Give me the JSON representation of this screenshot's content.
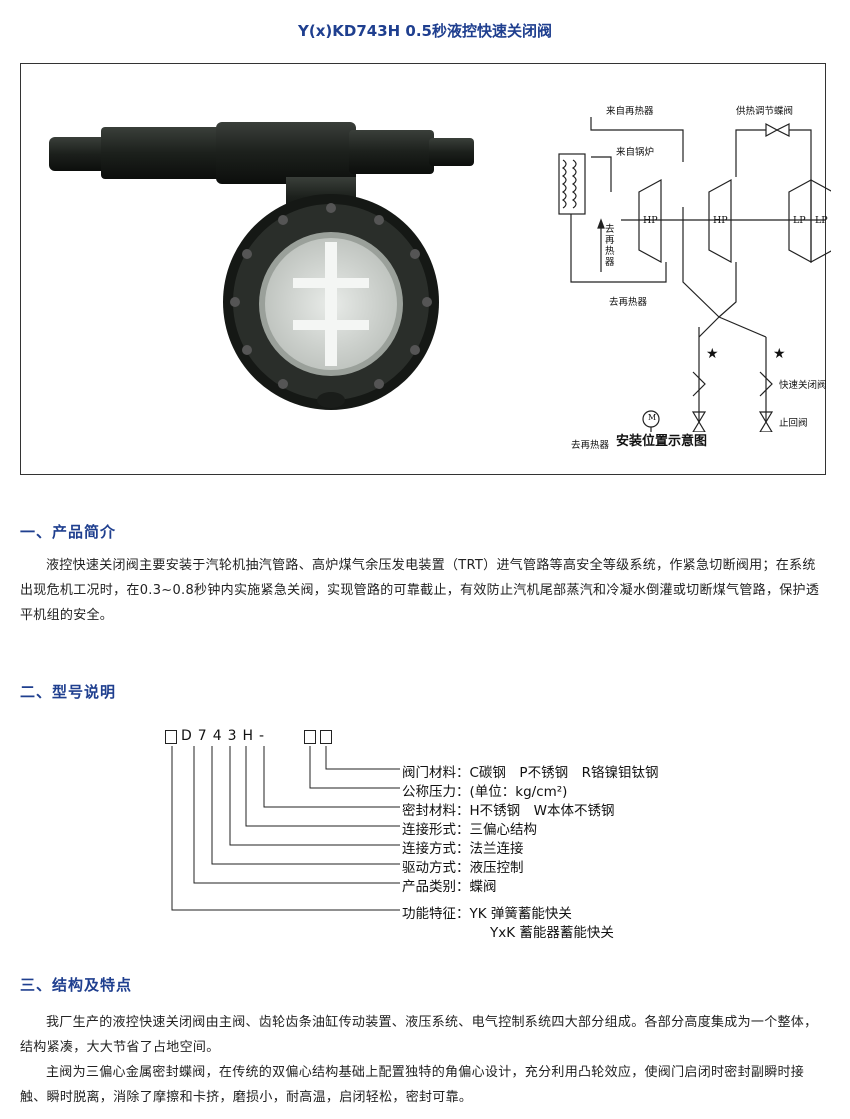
{
  "page": {
    "title": "Y(x)KD743H 0.5秒液控快速关闭阀"
  },
  "figure": {
    "caption": "安装位置示意图",
    "labels": {
      "from_reheater": "来自再热器",
      "from_boiler": "来自锅炉",
      "to_reheater_vertical": "去再热器",
      "to_reheater_bottom": "去再热器",
      "to_reheater_outlet": "去再热器",
      "regulating_butterfly": "供热调节蝶阀",
      "quick_close_valve": "快速关闭阀",
      "check_valve": "止回阀",
      "hp1": "HP",
      "hp2": "HP",
      "lp1": "LP",
      "lp2": "LP",
      "motor": "M",
      "star1": "★",
      "star2": "★"
    }
  },
  "section1": {
    "heading": "一、产品简介",
    "text": "液控快速关闭阀主要安装于汽轮机抽汽管路、高炉煤气余压发电装置（TRT）进气管路等高安全等级系统，作紧急切断阀用；在系统出现危机工况时，在0.3~0.8秒钟内实施紧急关阀，实现管路的可靠截止，有效防止汽机尾部蒸汽和冷凝水倒灌或切断煤气管路，保护透平机组的安全。"
  },
  "section2": {
    "heading": "二、型号说明",
    "model_code": "D743H-",
    "specs": [
      "阀门材料：C碳钢　P不锈钢　R铬镍钼钛钢",
      "公称压力：(单位：kg/cm²)",
      "密封材料：H不锈钢　W本体不锈钢",
      "连接形式：三偏心结构",
      "连接方式：法兰连接",
      "驱动方式：液压控制",
      "产品类别：蝶阀",
      "功能特征：YK 弹簧蓄能快关",
      "YxK 蓄能器蓄能快关"
    ]
  },
  "section3": {
    "heading": "三、结构及特点",
    "paragraphs": [
      "我厂生产的液控快速关闭阀由主阀、齿轮齿条油缸传动装置、液压系统、电气控制系统四大部分组成。各部分高度集成为一个整体，结构紧凑，大大节省了占地空间。",
      "主阀为三偏心金属密封蝶阀，在传统的双偏心结构基础上配置独特的角偏心设计，充分利用凸轮效应，使阀门启闭时密封副瞬时接触、瞬时脱离，消除了摩擦和卡挤，磨损小，耐高温，启闭轻松，密封可靠。"
    ]
  }
}
